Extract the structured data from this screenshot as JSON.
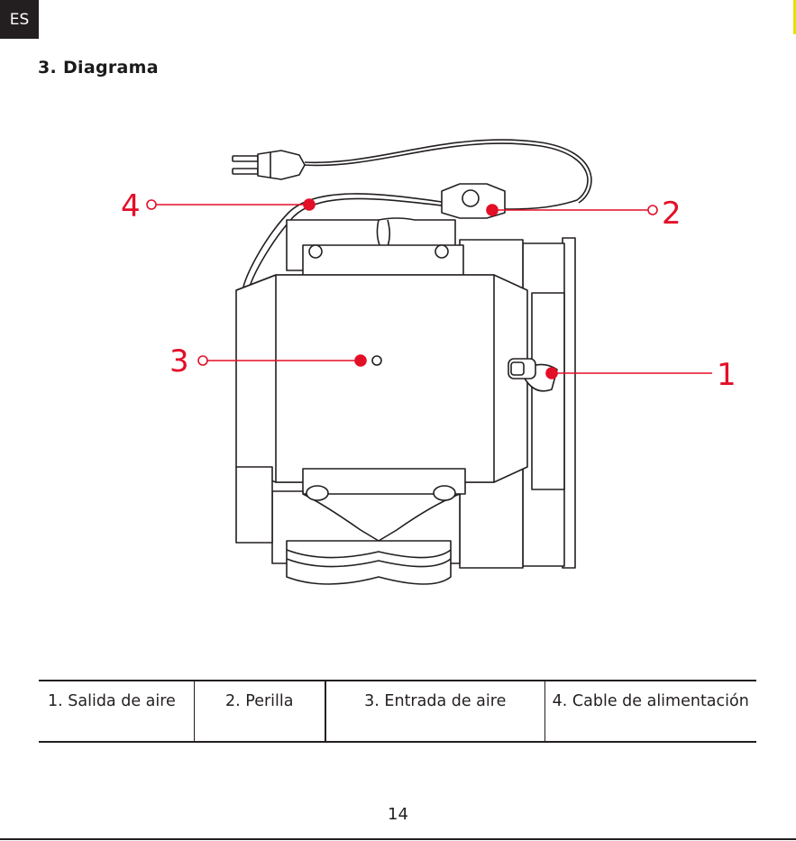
{
  "header": {
    "language_tab": "ES"
  },
  "section": {
    "title": "3. Diagrama"
  },
  "colors": {
    "callout": "#e30f27",
    "ink": "#231f20",
    "accent": "#e8e000"
  },
  "diagram": {
    "callouts": [
      {
        "number": "1"
      },
      {
        "number": "2"
      },
      {
        "number": "3"
      },
      {
        "number": "4"
      }
    ]
  },
  "parts_table": {
    "cells": [
      "1. Salida de aire",
      "2. Perilla",
      "3. Entrada de aire",
      "4. Cable de alimentación"
    ]
  },
  "footer": {
    "page_number": "14"
  }
}
